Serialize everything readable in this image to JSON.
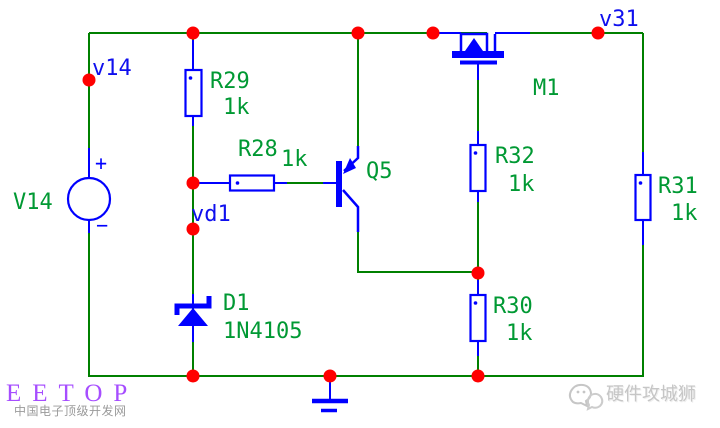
{
  "colors": {
    "background": "#ffffff",
    "wire": "#008000",
    "component": "#0000ff",
    "junction": "#ff0000",
    "label_green": "#009933",
    "net_label_blue": "#0f0fee",
    "logo_purple": "#a64dff",
    "logo_gray": "#9a9a9a",
    "watermark_gray": "#c6c6c6"
  },
  "schematic": {
    "nets": {
      "v14": "v14",
      "vd1": "vd1",
      "v31": "v31"
    },
    "components": {
      "v_source": {
        "ref": "V14",
        "plus": "+",
        "minus": "−"
      },
      "r29": {
        "ref": "R29",
        "value": "1k"
      },
      "r28": {
        "ref": "R28",
        "value": "1k"
      },
      "r30": {
        "ref": "R30",
        "value": "1k"
      },
      "r31": {
        "ref": "R31",
        "value": "1k"
      },
      "r32": {
        "ref": "R32",
        "value": "1k"
      },
      "q5": {
        "ref": "Q5"
      },
      "m1": {
        "ref": "M1"
      },
      "d1": {
        "ref": "D1",
        "value": "1N4105"
      }
    }
  },
  "branding": {
    "logo": "EETOP",
    "logo_subtitle": "中国电子顶级开发网"
  },
  "watermark": {
    "text": "硬件攻城狮"
  }
}
